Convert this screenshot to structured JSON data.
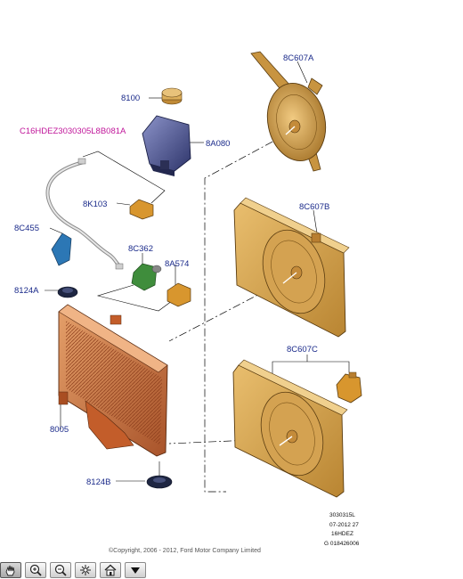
{
  "diagram": {
    "labels": {
      "p8100": "8100",
      "p8A080": "8A080",
      "hose": "C16HDEZ3030305L8B081A",
      "p8K103": "8K103",
      "p8C455": "8C455",
      "p8C362": "8C362",
      "p8A574": "8A574",
      "p8124A": "8124A",
      "p8005": "8005",
      "p8124B": "8124B",
      "p8C607A": "8C607A",
      "p8C607B": "8C607B",
      "p8C607C": "8C607C"
    },
    "meta": [
      "3030315L",
      "07-2012 27",
      "16HDEZ",
      "G 018426006"
    ],
    "copyright": "©Copyright, 2006 - 2012, Ford Motor Company Limited",
    "colors": {
      "label": "#1a2a8a",
      "highlight": "#c0169a",
      "part": "#d7a94e"
    }
  },
  "toolbar": {
    "buttons": [
      {
        "name": "pan-tool-button",
        "icon": "hand-icon"
      },
      {
        "name": "zoom-in-button",
        "icon": "zoom-in-icon"
      },
      {
        "name": "zoom-out-button",
        "icon": "zoom-out-icon"
      },
      {
        "name": "fit-window-button",
        "icon": "fit-icon"
      },
      {
        "name": "home-button",
        "icon": "home-icon"
      },
      {
        "name": "menu-dropdown-button",
        "icon": "down-triangle-icon"
      }
    ]
  }
}
